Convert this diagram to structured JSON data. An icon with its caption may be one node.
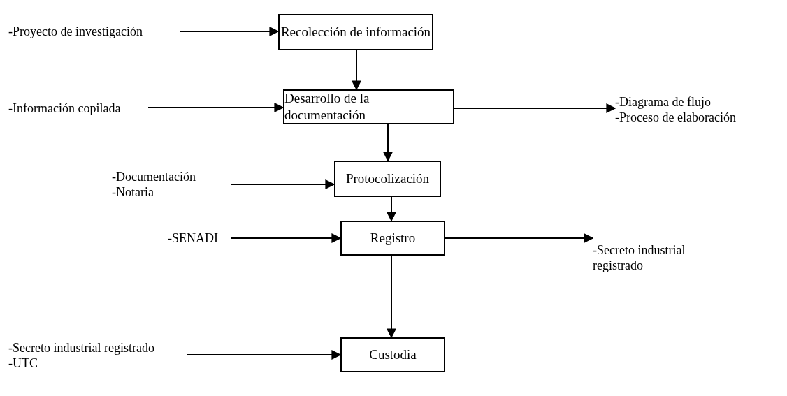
{
  "diagram": {
    "nodes": [
      {
        "text": [
          "-Proyecto de investigación"
        ]
      },
      {
        "text": [
          "Recolección de información"
        ]
      },
      {
        "text": [
          "-Información copilada"
        ]
      },
      {
        "text": [
          "Desarrollo de la documentación"
        ]
      },
      {
        "text": [
          "-Diagrama de flujo",
          "-Proceso de elaboración"
        ]
      },
      {
        "text": [
          "-Documentación",
          "-Notaria"
        ]
      },
      {
        "text": [
          "Protocolización"
        ]
      },
      {
        "text": [
          "-SENADI"
        ]
      },
      {
        "text": [
          "Registro"
        ]
      },
      {
        "text": [
          "-Secreto industrial registrado"
        ]
      },
      {
        "text": [
          "Custodia"
        ]
      },
      {
        "text": [
          "-Secreto industrial registrado",
          "-UTC"
        ]
      }
    ],
    "edges": [
      {
        "from": 0,
        "to": 1,
        "arrow": "to"
      },
      {
        "from": 1,
        "to": 3,
        "arrow": "to"
      },
      {
        "from": 2,
        "to": 3,
        "arrow": "to"
      },
      {
        "from": 3,
        "to": 4,
        "arrow": "to"
      },
      {
        "from": 3,
        "to": 6,
        "arrow": "to"
      },
      {
        "from": 5,
        "to": 6,
        "arrow": "to"
      },
      {
        "from": 6,
        "to": 8,
        "arrow": "to"
      },
      {
        "from": 7,
        "to": 8,
        "arrow": "to"
      },
      {
        "from": 8,
        "to": 9,
        "arrow": "to"
      },
      {
        "from": 8,
        "to": 10,
        "arrow": "to"
      },
      {
        "from": 11,
        "to": 10,
        "arrow": "to"
      }
    ]
  }
}
